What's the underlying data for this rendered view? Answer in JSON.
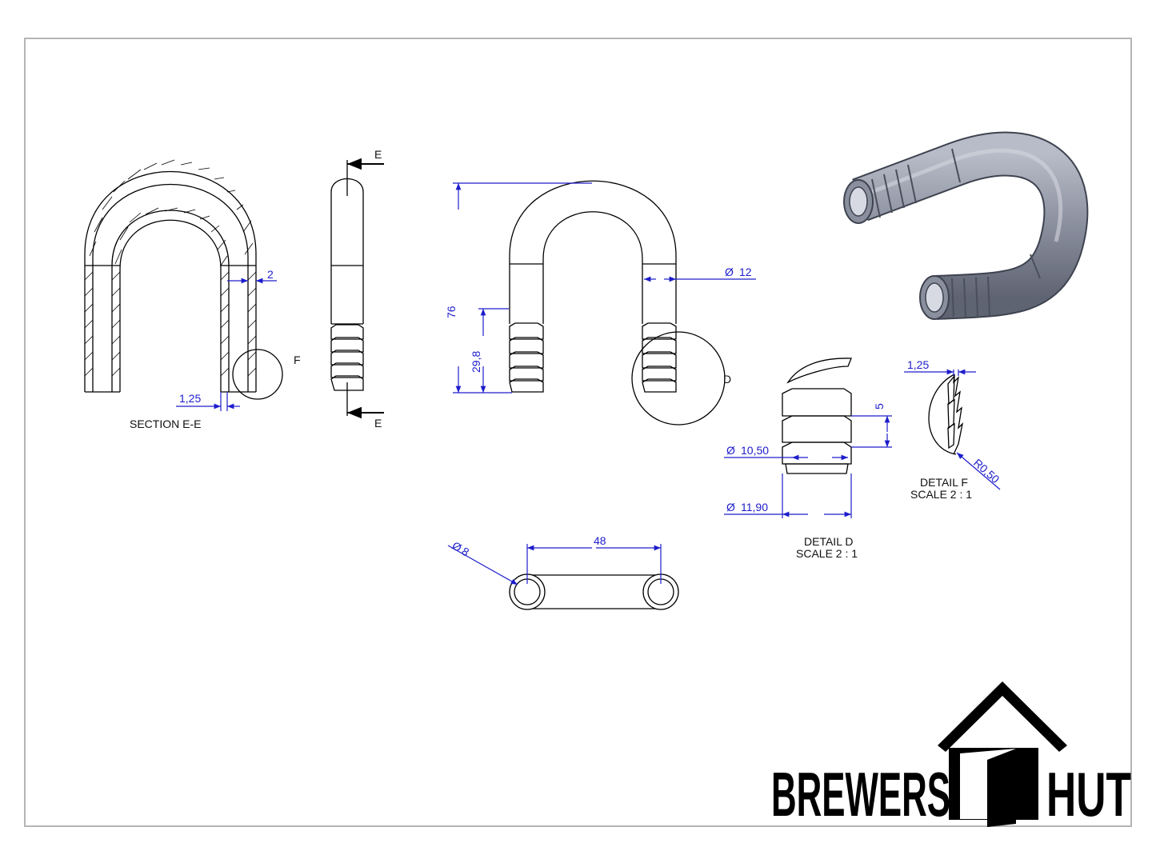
{
  "drawing": {
    "section_view": {
      "title": "SECTION E-E",
      "detail_callout": "F",
      "dim_wall": "2",
      "dim_step": "1,25"
    },
    "side_view": {
      "cut_label_top": "E",
      "cut_label_bottom": "E"
    },
    "front_view": {
      "dim_height": "76",
      "dim_barb_length": "29,8",
      "dim_diameter": "12",
      "detail_callout": "D"
    },
    "top_view": {
      "dim_bore": "8",
      "dim_spacing": "48"
    },
    "detail_d": {
      "title": "DETAIL D",
      "scale": "SCALE 2 : 1",
      "dim_pitch": "5",
      "dim_min_dia": "10,50",
      "dim_max_dia": "11,90"
    },
    "detail_f": {
      "title": "DETAIL F",
      "scale": "SCALE 2 : 1",
      "dim_step": "1,25",
      "dim_radius": "R0,50"
    },
    "diameter_symbol": "Ø"
  },
  "logo": {
    "left_word": "BREWERS",
    "right_word": "HUT"
  }
}
